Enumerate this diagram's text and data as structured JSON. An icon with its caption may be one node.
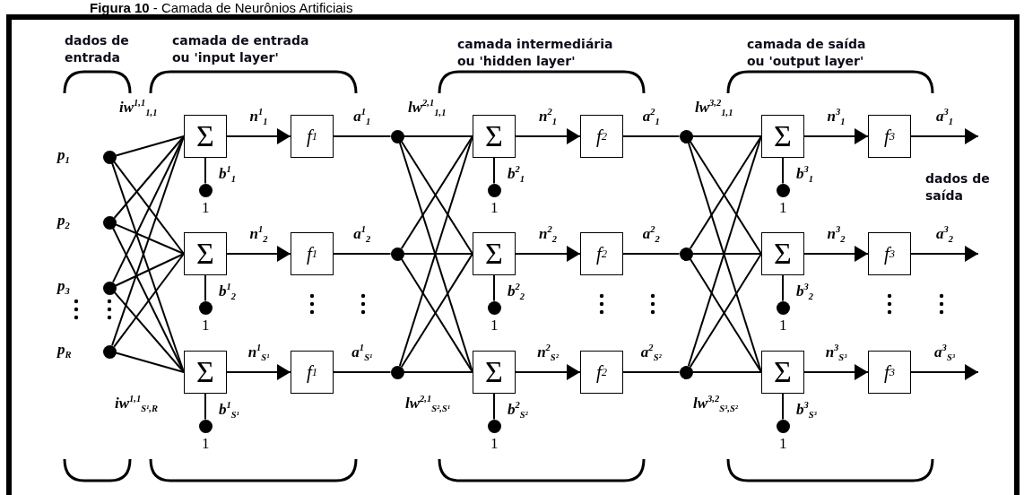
{
  "diagram": {
    "title": "**Figura 10** - Camada de Neurônios Artificiais",
    "nodes": [
      {
        "text": [],
        "shape": "circle",
        "beside": [
          "p$_{1}$"
        ]
      },
      {
        "text": [],
        "shape": "circle",
        "beside": [
          "p$_{2}$"
        ]
      },
      {
        "text": [],
        "shape": "circle",
        "beside": [
          "p$_{3}$"
        ]
      },
      {
        "text": [],
        "shape": "circle",
        "beside": [
          "p$_{R}$"
        ]
      },
      {
        "text": [
          "Σ"
        ]
      },
      {
        "text": [
          "Σ"
        ]
      },
      {
        "text": [
          "Σ"
        ]
      },
      {
        "text": [
          "f$^{1}$"
        ]
      },
      {
        "text": [
          "f$^{1}$"
        ]
      },
      {
        "text": [
          "f$^{1}$"
        ]
      },
      {
        "text": [],
        "shape": "circle",
        "beside": [
          "b$^{1}$$_{1}$",
          "1"
        ]
      },
      {
        "text": [],
        "shape": "circle",
        "beside": [
          "b$^{1}$$_{2}$",
          "1"
        ]
      },
      {
        "text": [],
        "shape": "circle",
        "beside": [
          "b$^{1}$$_{S¹}$",
          "1"
        ]
      },
      {
        "text": [],
        "shape": "circle"
      },
      {
        "text": [],
        "shape": "circle"
      },
      {
        "text": [],
        "shape": "circle"
      },
      {
        "text": [
          "Σ"
        ]
      },
      {
        "text": [
          "Σ"
        ]
      },
      {
        "text": [
          "Σ"
        ]
      },
      {
        "text": [
          "f$^{2}$"
        ]
      },
      {
        "text": [
          "f$^{2}$"
        ]
      },
      {
        "text": [
          "f$^{2}$"
        ]
      },
      {
        "text": [],
        "shape": "circle",
        "beside": [
          "b$^{2}$$_{1}$",
          "1"
        ]
      },
      {
        "text": [],
        "shape": "circle",
        "beside": [
          "b$^{2}$$_{2}$",
          "1"
        ]
      },
      {
        "text": [],
        "shape": "circle",
        "beside": [
          "b$^{2}$$_{S²}$",
          "1"
        ]
      },
      {
        "text": [],
        "shape": "circle"
      },
      {
        "text": [],
        "shape": "circle"
      },
      {
        "text": [],
        "shape": "circle"
      },
      {
        "text": [
          "Σ"
        ]
      },
      {
        "text": [
          "Σ"
        ]
      },
      {
        "text": [
          "Σ"
        ]
      },
      {
        "text": [
          "f$^{3}$"
        ]
      },
      {
        "text": [
          "f$^{3}$"
        ]
      },
      {
        "text": [
          "f$^{3}$"
        ]
      },
      {
        "text": [],
        "shape": "circle",
        "beside": [
          "b$^{3}$$_{1}$",
          "1"
        ]
      },
      {
        "text": [],
        "shape": "circle",
        "beside": [
          "b$^{3}$$_{2}$",
          "1"
        ]
      },
      {
        "text": [],
        "shape": "circle",
        "beside": [
          "b$^{3}$$_{S³}$",
          "1"
        ]
      }
    ],
    "edges": [
      {
        "from": 0,
        "to": 4,
        "arrow": "none"
      },
      {
        "from": 0,
        "to": 5,
        "arrow": "none"
      },
      {
        "from": 0,
        "to": 6,
        "arrow": "none"
      },
      {
        "from": 1,
        "to": 4,
        "arrow": "none"
      },
      {
        "from": 1,
        "to": 5,
        "arrow": "none"
      },
      {
        "from": 1,
        "to": 6,
        "arrow": "none"
      },
      {
        "from": 2,
        "to": 4,
        "arrow": "none"
      },
      {
        "from": 2,
        "to": 5,
        "arrow": "none"
      },
      {
        "from": 2,
        "to": 6,
        "arrow": "none"
      },
      {
        "from": 3,
        "to": 4,
        "arrow": "none"
      },
      {
        "from": 3,
        "to": 5,
        "arrow": "none"
      },
      {
        "from": 3,
        "to": 6,
        "arrow": "none"
      },
      {
        "from": 10,
        "to": 4,
        "arrow": "none"
      },
      {
        "from": 11,
        "to": 5,
        "arrow": "none"
      },
      {
        "from": 12,
        "to": 6,
        "arrow": "none"
      },
      {
        "from": 4,
        "to": 7,
        "arrow": "to",
        "label": "n$^{1}$$_{1}$"
      },
      {
        "from": 5,
        "to": 8,
        "arrow": "to",
        "label": "n$^{1}$$_{2}$"
      },
      {
        "from": 6,
        "to": 9,
        "arrow": "to",
        "label": "n$^{1}$$_{S¹}$"
      },
      {
        "from": 7,
        "to": 13,
        "arrow": "none",
        "label": "a$^{1}$$_{1}$"
      },
      {
        "from": 8,
        "to": 14,
        "arrow": "none",
        "label": "a$^{1}$$_{2}$"
      },
      {
        "from": 9,
        "to": 15,
        "arrow": "none",
        "label": "a$^{1}$$_{S¹}$"
      },
      {
        "from": 13,
        "to": 16,
        "arrow": "none"
      },
      {
        "from": 13,
        "to": 17,
        "arrow": "none"
      },
      {
        "from": 13,
        "to": 18,
        "arrow": "none"
      },
      {
        "from": 14,
        "to": 16,
        "arrow": "none"
      },
      {
        "from": 14,
        "to": 17,
        "arrow": "none"
      },
      {
        "from": 14,
        "to": 18,
        "arrow": "none"
      },
      {
        "from": 15,
        "to": 16,
        "arrow": "none"
      },
      {
        "from": 15,
        "to": 17,
        "arrow": "none"
      },
      {
        "from": 15,
        "to": 18,
        "arrow": "none"
      },
      {
        "from": 22,
        "to": 16,
        "arrow": "none"
      },
      {
        "from": 23,
        "to": 17,
        "arrow": "none"
      },
      {
        "from": 24,
        "to": 18,
        "arrow": "none"
      },
      {
        "from": 16,
        "to": 19,
        "arrow": "to",
        "label": "n$^{2}$$_{1}$"
      },
      {
        "from": 17,
        "to": 20,
        "arrow": "to",
        "label": "n$^{2}$$_{2}$"
      },
      {
        "from": 18,
        "to": 21,
        "arrow": "to",
        "label": "n$^{2}$$_{S²}$"
      },
      {
        "from": 19,
        "to": 25,
        "arrow": "none",
        "label": "a$^{2}$$_{1}$"
      },
      {
        "from": 20,
        "to": 26,
        "arrow": "none",
        "label": "a$^{2}$$_{2}$"
      },
      {
        "from": 21,
        "to": 27,
        "arrow": "none",
        "label": "a$^{2}$$_{S²}$"
      },
      {
        "from": 25,
        "to": 28,
        "arrow": "none"
      },
      {
        "from": 25,
        "to": 29,
        "arrow": "none"
      },
      {
        "from": 25,
        "to": 30,
        "arrow": "none"
      },
      {
        "from": 26,
        "to": 28,
        "arrow": "none"
      },
      {
        "from": 26,
        "to": 29,
        "arrow": "none"
      },
      {
        "from": 26,
        "to": 30,
        "arrow": "none"
      },
      {
        "from": 27,
        "to": 28,
        "arrow": "none"
      },
      {
        "from": 27,
        "to": 29,
        "arrow": "none"
      },
      {
        "from": 27,
        "to": 30,
        "arrow": "none"
      },
      {
        "from": 34,
        "to": 28,
        "arrow": "none"
      },
      {
        "from": 35,
        "to": 29,
        "arrow": "none"
      },
      {
        "from": 36,
        "to": 30,
        "arrow": "none"
      },
      {
        "from": 28,
        "to": 31,
        "arrow": "to",
        "label": "n$^{3}$$_{1}$"
      },
      {
        "from": 29,
        "to": 32,
        "arrow": "to",
        "label": "n$^{3}$$_{2}$"
      },
      {
        "from": 30,
        "to": 33,
        "arrow": "to",
        "label": "n$^{3}$$_{S³}$"
      },
      {
        "from": 31,
        "to": null,
        "arrow": "to",
        "label": "a$^{3}$$_{1}$"
      },
      {
        "from": 32,
        "to": null,
        "arrow": "to",
        "label": "a$^{3}$$_{2}$"
      },
      {
        "from": 33,
        "to": null,
        "arrow": "to",
        "label": "a$^{3}$$_{S³}$"
      }
    ],
    "labels": [
      "dados de entrada",
      "camada de entrada ou 'input layer'",
      "camada intermediária ou 'hidden layer'",
      "camada de saída ou 'output layer'",
      "iw$^{1,1}$$_{1,1}$",
      "lw$^{2,1}$$_{1,1}$",
      "lw$^{3,2}$$_{1,1}$",
      "dados de saída",
      "iw$^{1,1}$$_{S¹,R}$",
      "lw$^{2,1}$$_{S²,S¹}$",
      "lw$^{3,2}$$_{S³,S²}$"
    ]
  }
}
